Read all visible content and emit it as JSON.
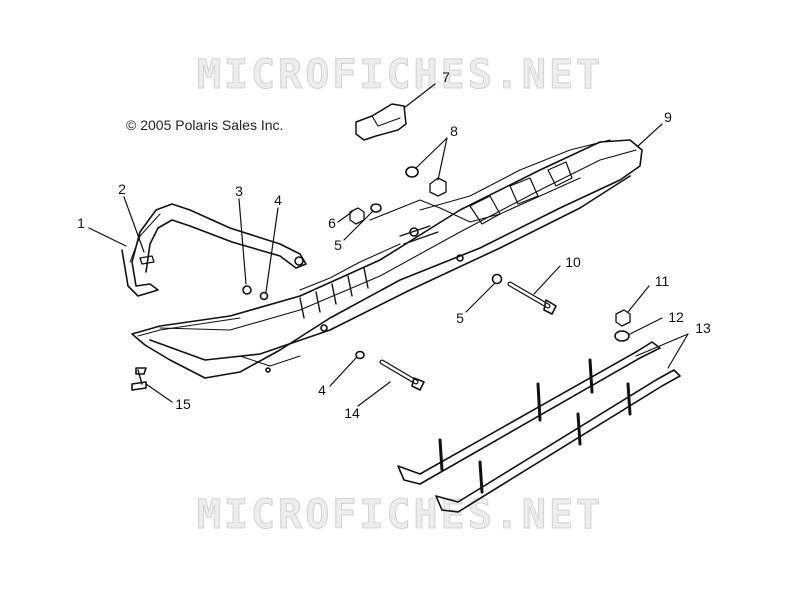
{
  "watermark": "MICROFICHES.NET",
  "copyright": "© 2005 Polaris Sales Inc.",
  "callouts": [
    "1",
    "2",
    "3",
    "4",
    "4",
    "5",
    "5",
    "6",
    "7",
    "8",
    "9",
    "10",
    "11",
    "12",
    "13",
    "14",
    "15"
  ]
}
